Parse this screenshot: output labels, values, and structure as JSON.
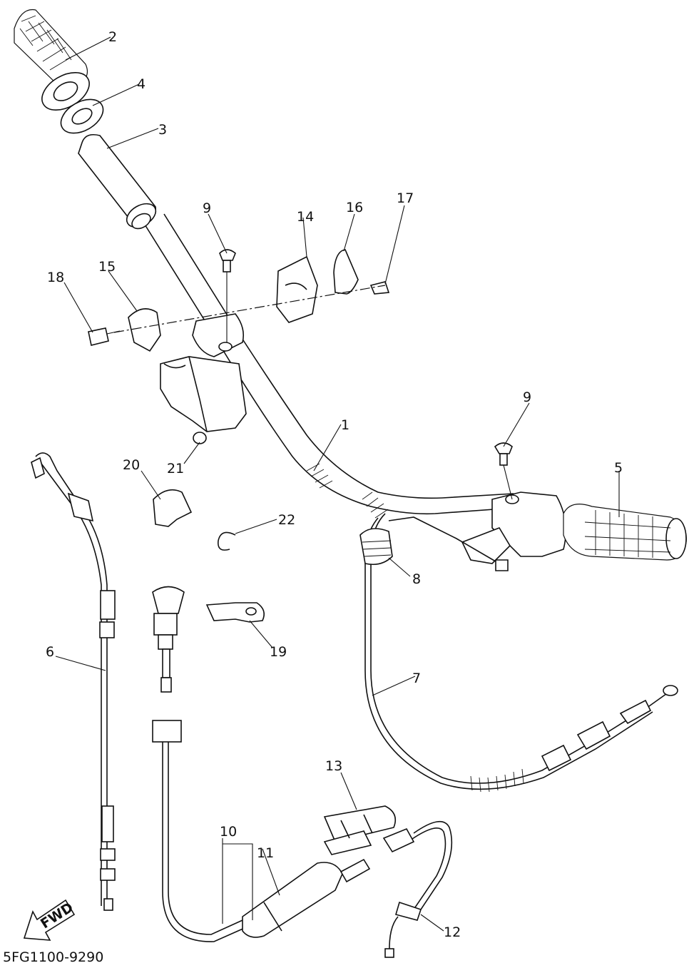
{
  "diagram": {
    "drawing_code": "5FG1100-9290",
    "direction_label": "FWD",
    "callouts": [
      "1",
      "2",
      "3",
      "4",
      "5",
      "6",
      "7",
      "8",
      "9",
      "9",
      "10",
      "11",
      "12",
      "13",
      "14",
      "15",
      "16",
      "17",
      "18",
      "19",
      "20",
      "21",
      "22"
    ]
  }
}
